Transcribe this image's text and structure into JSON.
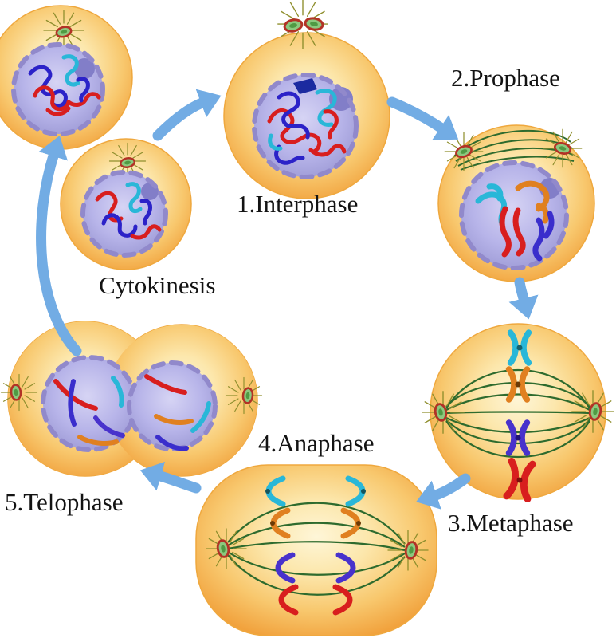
{
  "labels": {
    "interphase": "1.Interphase",
    "prophase": "2.Prophase",
    "metaphase": "3.Metaphase",
    "anaphase": "4.Anaphase",
    "telophase": "5.Telophase",
    "cytokinesis": "Cytokinesis"
  },
  "colors": {
    "cell_rim": "#F1A23D",
    "cell_center": "#FEF6D8",
    "nucleus": "#B7B4E9",
    "nuclear_envelope": "#9189CB",
    "arrow": "#72ACE4",
    "spindle_fiber": "#2E6B2E",
    "aster_rays": "#8F8F2E",
    "chromosome_red": "#D81E1E",
    "chromosome_blue": "#3A2ECC",
    "chromosome_cyan": "#29B7D8",
    "chromosome_orange": "#E08020",
    "centriole_green": "#8CC87E",
    "centriole_ring": "#B23226"
  }
}
